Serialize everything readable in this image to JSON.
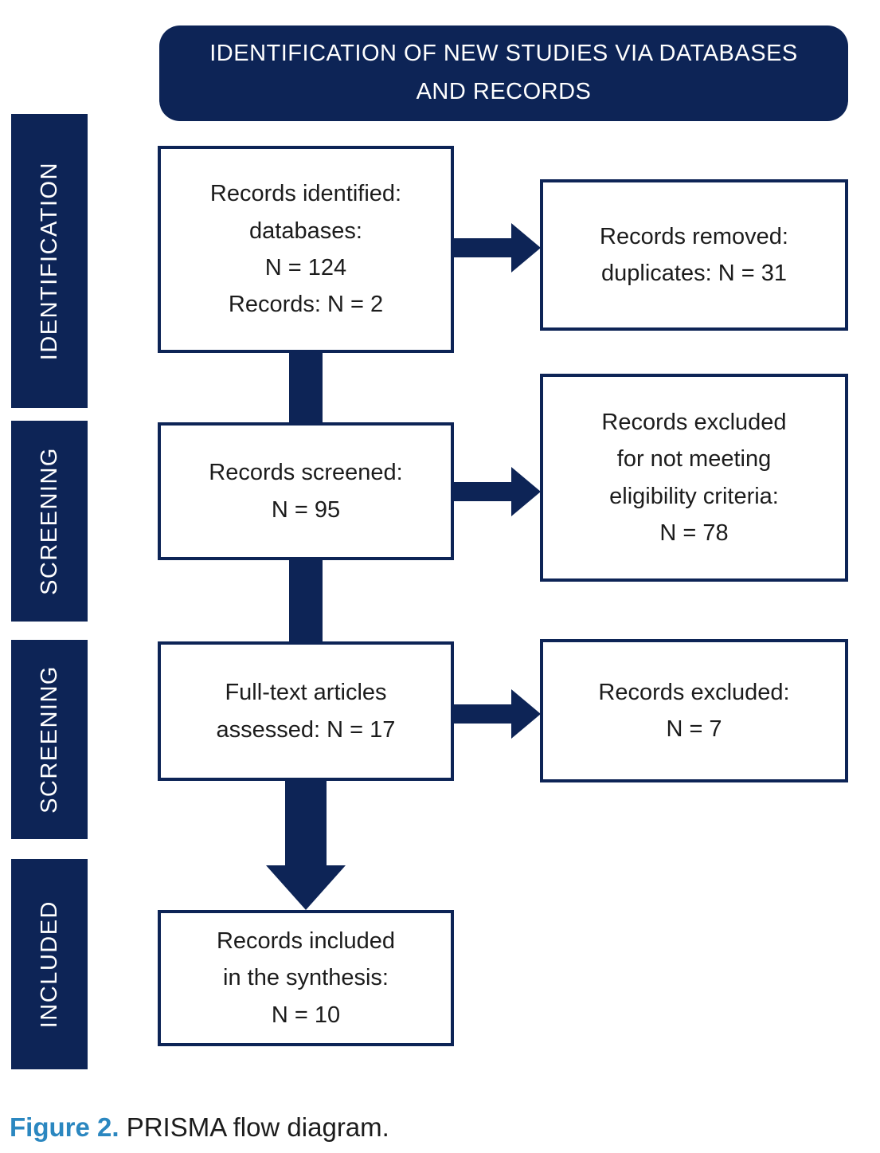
{
  "header": {
    "title": [
      "IDENTIFICATION OF NEW STUDIES VIA DATABASES",
      "AND RECORDS"
    ]
  },
  "sidebar": {
    "stages": [
      {
        "label": "IDENTIFICATION"
      },
      {
        "label": "SCREENING"
      },
      {
        "label": "SCREENING"
      },
      {
        "label": "INCLUDED"
      }
    ]
  },
  "flow": {
    "boxes": [
      {
        "lines": [
          "Records identified:",
          "databases:",
          "N = 124",
          "Records: N = 2"
        ]
      },
      {
        "lines": [
          "Records removed:",
          "duplicates: N = 31"
        ]
      },
      {
        "lines": [
          "Records screened:",
          "N = 95"
        ]
      },
      {
        "lines": [
          "Records excluded",
          "for not meeting",
          "eligibility criteria:",
          "N = 78"
        ]
      },
      {
        "lines": [
          "Full-text articles",
          "assessed: N = 17"
        ]
      },
      {
        "lines": [
          "Records excluded:",
          "N = 7"
        ]
      },
      {
        "lines": [
          "Records included",
          "in the synthesis:",
          "N = 10"
        ]
      }
    ]
  },
  "caption": {
    "label": "Figure 2.",
    "text": " PRISMA flow diagram."
  },
  "colors": {
    "navy": "#0d2456",
    "caption_blue": "#2b87c0",
    "text": "#1c1c1c",
    "background": "#ffffff"
  }
}
